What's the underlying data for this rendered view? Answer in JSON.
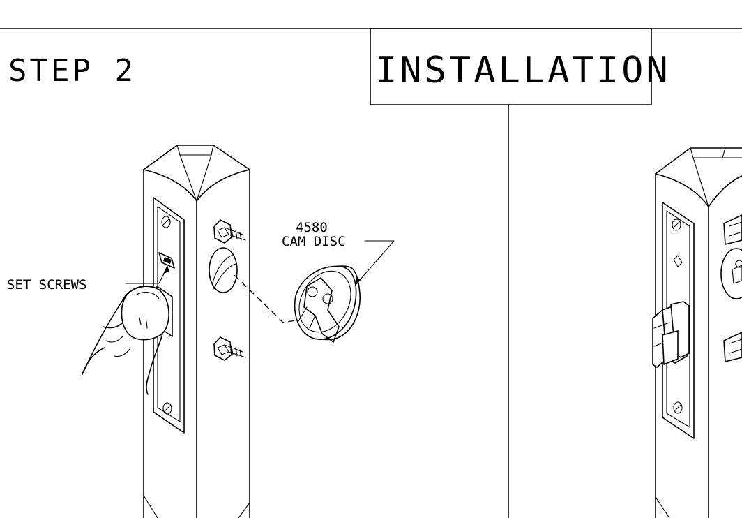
{
  "header": {
    "step": "STEP 2",
    "title": "INSTALLATION"
  },
  "callouts": {
    "set_screws": "SET SCREWS",
    "cam_disc_part_number": "4580",
    "cam_disc_name": "CAM DISC"
  }
}
